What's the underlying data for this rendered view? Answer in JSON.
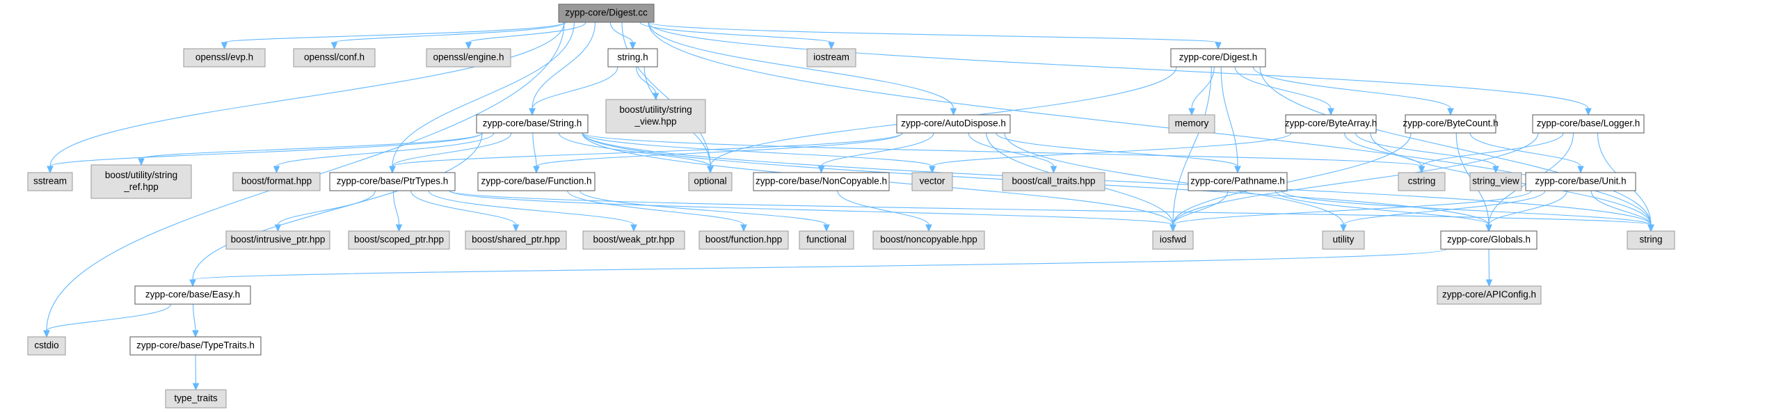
{
  "graph": {
    "root": "n_digest_cc",
    "nodes": [
      {
        "id": "n_digest_cc",
        "kind": "root",
        "lines": [
          "zypp-core/Digest.cc"
        ]
      },
      {
        "id": "n_evp",
        "kind": "sys",
        "lines": [
          "openssl/evp.h"
        ]
      },
      {
        "id": "n_conf",
        "kind": "sys",
        "lines": [
          "openssl/conf.h"
        ]
      },
      {
        "id": "n_engine",
        "kind": "sys",
        "lines": [
          "openssl/engine.h"
        ]
      },
      {
        "id": "n_string_h",
        "kind": "local",
        "lines": [
          "string.h"
        ]
      },
      {
        "id": "n_iostream",
        "kind": "sys",
        "lines": [
          "iostream"
        ]
      },
      {
        "id": "n_digest_h",
        "kind": "local",
        "lines": [
          "zypp-core/Digest.h"
        ]
      },
      {
        "id": "n_sv_hpp",
        "kind": "sys",
        "lines": [
          "boost/utility/string",
          "_view.hpp"
        ]
      },
      {
        "id": "n_base_string",
        "kind": "local",
        "lines": [
          "zypp-core/base/String.h"
        ]
      },
      {
        "id": "n_autodispose",
        "kind": "local",
        "lines": [
          "zypp-core/AutoDispose.h"
        ]
      },
      {
        "id": "n_memory",
        "kind": "sys",
        "lines": [
          "memory"
        ]
      },
      {
        "id": "n_bytearray",
        "kind": "local",
        "lines": [
          "zypp-core/ByteArray.h"
        ]
      },
      {
        "id": "n_bytecount",
        "kind": "local",
        "lines": [
          "zypp-core/ByteCount.h"
        ]
      },
      {
        "id": "n_logger",
        "kind": "local",
        "lines": [
          "zypp-core/base/Logger.h"
        ]
      },
      {
        "id": "n_sstream",
        "kind": "sys",
        "lines": [
          "sstream"
        ]
      },
      {
        "id": "n_sref_hpp",
        "kind": "sys",
        "lines": [
          "boost/utility/string",
          "_ref.hpp"
        ]
      },
      {
        "id": "n_format",
        "kind": "sys",
        "lines": [
          "boost/format.hpp"
        ]
      },
      {
        "id": "n_ptrtypes",
        "kind": "local",
        "lines": [
          "zypp-core/base/PtrTypes.h"
        ]
      },
      {
        "id": "n_function_h",
        "kind": "local",
        "lines": [
          "zypp-core/base/Function.h"
        ]
      },
      {
        "id": "n_optional",
        "kind": "sys",
        "lines": [
          "optional"
        ]
      },
      {
        "id": "n_noncopyable",
        "kind": "local",
        "lines": [
          "zypp-core/base/NonCopyable.h"
        ]
      },
      {
        "id": "n_vector",
        "kind": "sys",
        "lines": [
          "vector"
        ]
      },
      {
        "id": "n_calltraits",
        "kind": "sys",
        "lines": [
          "boost/call_traits.hpp"
        ]
      },
      {
        "id": "n_pathname",
        "kind": "local",
        "lines": [
          "zypp-core/Pathname.h"
        ]
      },
      {
        "id": "n_cstring",
        "kind": "sys",
        "lines": [
          "cstring"
        ]
      },
      {
        "id": "n_string_view",
        "kind": "sys",
        "lines": [
          "string_view"
        ]
      },
      {
        "id": "n_unit",
        "kind": "local",
        "lines": [
          "zypp-core/base/Unit.h"
        ]
      },
      {
        "id": "n_intrusive",
        "kind": "sys",
        "lines": [
          "boost/intrusive_ptr.hpp"
        ]
      },
      {
        "id": "n_scoped",
        "kind": "sys",
        "lines": [
          "boost/scoped_ptr.hpp"
        ]
      },
      {
        "id": "n_shared",
        "kind": "sys",
        "lines": [
          "boost/shared_ptr.hpp"
        ]
      },
      {
        "id": "n_weak",
        "kind": "sys",
        "lines": [
          "boost/weak_ptr.hpp"
        ]
      },
      {
        "id": "n_bfunction",
        "kind": "sys",
        "lines": [
          "boost/function.hpp"
        ]
      },
      {
        "id": "n_functional",
        "kind": "sys",
        "lines": [
          "functional"
        ]
      },
      {
        "id": "n_bnoncopy",
        "kind": "sys",
        "lines": [
          "boost/noncopyable.hpp"
        ]
      },
      {
        "id": "n_iosfwd",
        "kind": "sys",
        "lines": [
          "iosfwd"
        ]
      },
      {
        "id": "n_utility",
        "kind": "sys",
        "lines": [
          "utility"
        ]
      },
      {
        "id": "n_globals",
        "kind": "local",
        "lines": [
          "zypp-core/Globals.h"
        ]
      },
      {
        "id": "n_string",
        "kind": "sys",
        "lines": [
          "string"
        ]
      },
      {
        "id": "n_easy",
        "kind": "local",
        "lines": [
          "zypp-core/base/Easy.h"
        ]
      },
      {
        "id": "n_apiconfig",
        "kind": "sys",
        "lines": [
          "zypp-core/APIConfig.h"
        ]
      },
      {
        "id": "n_cstdio",
        "kind": "sys",
        "lines": [
          "cstdio"
        ]
      },
      {
        "id": "n_typetraits_h",
        "kind": "local",
        "lines": [
          "zypp-core/base/TypeTraits.h"
        ]
      },
      {
        "id": "n_type_traits",
        "kind": "sys",
        "lines": [
          "type_traits"
        ]
      }
    ],
    "edges": [
      [
        "n_digest_cc",
        "n_evp"
      ],
      [
        "n_digest_cc",
        "n_conf"
      ],
      [
        "n_digest_cc",
        "n_engine"
      ],
      [
        "n_digest_cc",
        "n_string_h"
      ],
      [
        "n_digest_cc",
        "n_iostream"
      ],
      [
        "n_digest_cc",
        "n_digest_h"
      ],
      [
        "n_digest_cc",
        "n_base_string"
      ],
      [
        "n_digest_cc",
        "n_autodispose"
      ],
      [
        "n_digest_cc",
        "n_logger"
      ],
      [
        "n_digest_cc",
        "n_sstream"
      ],
      [
        "n_digest_cc",
        "n_ptrtypes"
      ],
      [
        "n_digest_cc",
        "n_optional"
      ],
      [
        "n_digest_cc",
        "n_string"
      ],
      [
        "n_digest_cc",
        "n_cstdio"
      ],
      [
        "n_string_h",
        "n_sv_hpp"
      ],
      [
        "n_string_h",
        "n_base_string"
      ],
      [
        "n_string_h",
        "n_optional"
      ],
      [
        "n_digest_h",
        "n_memory"
      ],
      [
        "n_digest_h",
        "n_bytearray"
      ],
      [
        "n_digest_h",
        "n_bytecount"
      ],
      [
        "n_digest_h",
        "n_pathname"
      ],
      [
        "n_digest_h",
        "n_iosfwd"
      ],
      [
        "n_digest_h",
        "n_optional"
      ],
      [
        "n_digest_h",
        "n_string"
      ],
      [
        "n_base_string",
        "n_sstream"
      ],
      [
        "n_base_string",
        "n_sref_hpp"
      ],
      [
        "n_base_string",
        "n_format"
      ],
      [
        "n_base_string",
        "n_ptrtypes"
      ],
      [
        "n_base_string",
        "n_function_h"
      ],
      [
        "n_base_string",
        "n_optional"
      ],
      [
        "n_base_string",
        "n_vector"
      ],
      [
        "n_base_string",
        "n_cstring"
      ],
      [
        "n_base_string",
        "n_easy"
      ],
      [
        "n_base_string",
        "n_iosfwd"
      ],
      [
        "n_base_string",
        "n_globals"
      ],
      [
        "n_base_string",
        "n_string"
      ],
      [
        "n_autodispose",
        "n_ptrtypes"
      ],
      [
        "n_autodispose",
        "n_function_h"
      ],
      [
        "n_autodispose",
        "n_noncopyable"
      ],
      [
        "n_autodispose",
        "n_calltraits"
      ],
      [
        "n_autodispose",
        "n_pathname"
      ],
      [
        "n_autodispose",
        "n_iosfwd"
      ],
      [
        "n_autodispose",
        "n_utility"
      ],
      [
        "n_bytearray",
        "n_vector"
      ],
      [
        "n_bytearray",
        "n_cstring"
      ],
      [
        "n_bytearray",
        "n_string_view"
      ],
      [
        "n_bytearray",
        "n_string"
      ],
      [
        "n_bytecount",
        "n_unit"
      ],
      [
        "n_bytecount",
        "n_iosfwd"
      ],
      [
        "n_bytecount",
        "n_globals"
      ],
      [
        "n_logger",
        "n_cstring"
      ],
      [
        "n_logger",
        "n_iosfwd"
      ],
      [
        "n_logger",
        "n_globals"
      ],
      [
        "n_logger",
        "n_string"
      ],
      [
        "n_ptrtypes",
        "n_intrusive"
      ],
      [
        "n_ptrtypes",
        "n_scoped"
      ],
      [
        "n_ptrtypes",
        "n_shared"
      ],
      [
        "n_ptrtypes",
        "n_weak"
      ],
      [
        "n_ptrtypes",
        "n_iosfwd"
      ],
      [
        "n_ptrtypes",
        "n_string"
      ],
      [
        "n_function_h",
        "n_bfunction"
      ],
      [
        "n_function_h",
        "n_functional"
      ],
      [
        "n_noncopyable",
        "n_bnoncopy"
      ],
      [
        "n_pathname",
        "n_iosfwd"
      ],
      [
        "n_pathname",
        "n_string"
      ],
      [
        "n_pathname",
        "n_globals"
      ],
      [
        "n_unit",
        "n_iosfwd"
      ],
      [
        "n_unit",
        "n_utility"
      ],
      [
        "n_unit",
        "n_globals"
      ],
      [
        "n_unit",
        "n_string"
      ],
      [
        "n_globals",
        "n_apiconfig"
      ],
      [
        "n_globals",
        "n_easy"
      ],
      [
        "n_easy",
        "n_cstdio"
      ],
      [
        "n_easy",
        "n_typetraits_h"
      ],
      [
        "n_typetraits_h",
        "n_type_traits"
      ]
    ]
  }
}
